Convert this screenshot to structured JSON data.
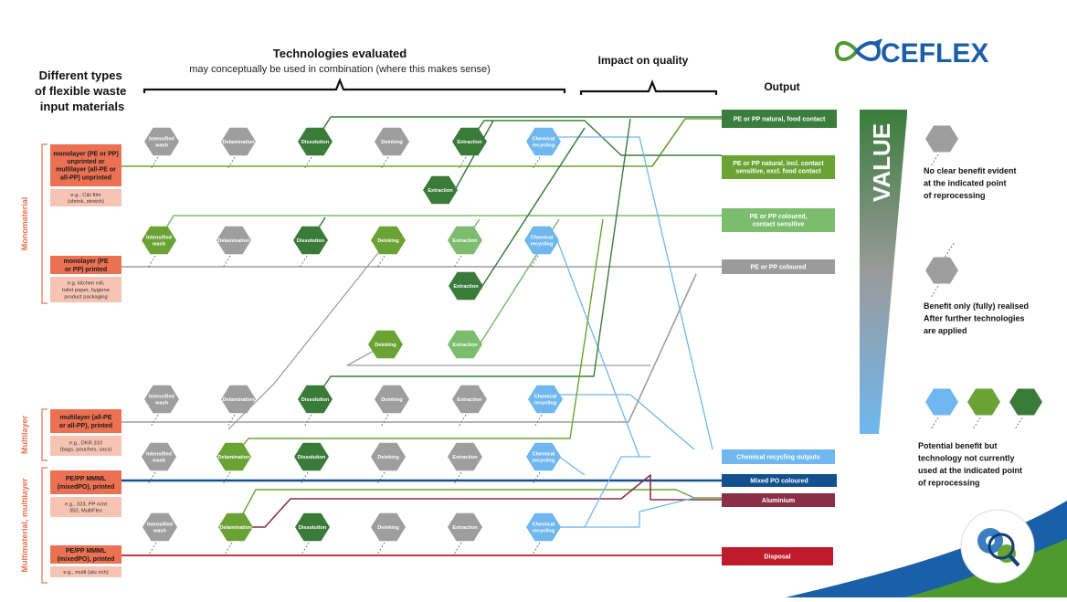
{
  "header": {
    "input_title_lines": [
      "Different types",
      "of flexible waste",
      "input materials"
    ],
    "tech_title": "Technologies evaluated",
    "tech_subtitle": "may conceptually be used in combination (where this makes sense)",
    "impact_title": "Impact on quality",
    "output_title": "Output"
  },
  "logo": {
    "text": "CEFLEX",
    "icon": "infinity-arrow-icon"
  },
  "groups": [
    {
      "id": "mono",
      "label": "Monomaterial"
    },
    {
      "id": "multi",
      "label": "Multilayer"
    },
    {
      "id": "mmml",
      "label": "Multimaterial, multilayer"
    }
  ],
  "inputs": [
    {
      "id": "in1",
      "lines": [
        "monolayer (PE or PP)",
        "unprinted or",
        "multilayer (all-PE or",
        "all-PP) unprinted"
      ],
      "example_lines": [
        "e.g., C&I film",
        "(shrink, stretch)"
      ]
    },
    {
      "id": "in2",
      "lines": [
        "monolayer (PE",
        "or PP) printed"
      ],
      "example_lines": [
        "e.g. kitchen roll,",
        "toilet paper, hygiene",
        "product packaging"
      ]
    },
    {
      "id": "in3",
      "lines": [
        "multilayer (all-PE",
        "or all-PP), printed"
      ],
      "example_lines": [
        "e.g., DKR 310",
        "(bags, pouches, sacs)"
      ]
    },
    {
      "id": "in4",
      "lines": [
        "PE/PP MMML",
        "(mixedPO), printed"
      ],
      "example_lines": [
        "e.g., 323, PP richt",
        "350, MultiFlex"
      ]
    },
    {
      "id": "in5",
      "lines": [
        "PE/PP MMML",
        "(mixedPO), printed"
      ],
      "example_lines": [
        "e.g., multi (alu rich)"
      ]
    }
  ],
  "outputs": [
    {
      "id": "o1",
      "lines": [
        "PE or PP natural, food contact"
      ],
      "color": "#3a7d3c"
    },
    {
      "id": "o2",
      "lines": [
        "PE or PP natural, incl. contact",
        "sensitive, excl. food contact"
      ],
      "color": "#6aa334"
    },
    {
      "id": "o3",
      "lines": [
        "PE or PP coloured,",
        "contact sensitive"
      ],
      "color": "#7cbc6d"
    },
    {
      "id": "o4",
      "lines": [
        "PE or PP coloured"
      ],
      "color": "#9b9b9b"
    },
    {
      "id": "o5",
      "lines": [
        "Chemical recycling outputs"
      ],
      "color": "#6fb7ee"
    },
    {
      "id": "o6",
      "lines": [
        "Mixed PO coloured"
      ],
      "color": "#12508f"
    },
    {
      "id": "o7",
      "lines": [
        "Aluminium"
      ],
      "color": "#8b2e48"
    },
    {
      "id": "o8",
      "lines": [
        "Disposal"
      ],
      "color": "#c01b2b"
    }
  ],
  "technologies": [
    {
      "id": "r1-wash",
      "lines": [
        "Intensified",
        "wash"
      ],
      "color": "#9e9e9e",
      "has_stem": true
    },
    {
      "id": "r1-delam",
      "lines": [
        "Delamination"
      ],
      "color": "#9e9e9e",
      "has_stem": true
    },
    {
      "id": "r1-diss",
      "lines": [
        "Dissolution"
      ],
      "color": "#3b7b3a",
      "has_stem": true
    },
    {
      "id": "r1-deink",
      "lines": [
        "Deinking"
      ],
      "color": "#9e9e9e",
      "has_stem": true
    },
    {
      "id": "r1-extr",
      "lines": [
        "Extraction"
      ],
      "color": "#3b7b3a",
      "has_stem": true
    },
    {
      "id": "r1-chem",
      "lines": [
        "Chemical",
        "recycling"
      ],
      "color": "#6fb7ee",
      "has_stem": true
    },
    {
      "id": "r1b-extr",
      "lines": [
        "Extraction"
      ],
      "color": "#3b7b3a",
      "has_stem": false
    },
    {
      "id": "r2-wash",
      "lines": [
        "Intensified",
        "wash"
      ],
      "color": "#6aa334",
      "has_stem": true
    },
    {
      "id": "r2-delam",
      "lines": [
        "Delamination"
      ],
      "color": "#9e9e9e",
      "has_stem": true
    },
    {
      "id": "r2-diss",
      "lines": [
        "Dissolution"
      ],
      "color": "#3b7b3a",
      "has_stem": true
    },
    {
      "id": "r2-deink",
      "lines": [
        "Deinking"
      ],
      "color": "#6aa334",
      "has_stem": true
    },
    {
      "id": "r2-extr",
      "lines": [
        "Extraction"
      ],
      "color": "#7cbc6d",
      "has_stem": true
    },
    {
      "id": "r2-chem",
      "lines": [
        "Chemical",
        "recycling"
      ],
      "color": "#6fb7ee",
      "has_stem": true
    },
    {
      "id": "r2b-extr",
      "lines": [
        "Extraction"
      ],
      "color": "#3b7b3a",
      "has_stem": false
    },
    {
      "id": "r2c-deink",
      "lines": [
        "Deinking"
      ],
      "color": "#6aa334",
      "has_stem": false
    },
    {
      "id": "r2c-extr",
      "lines": [
        "Extraction"
      ],
      "color": "#7cbc6d",
      "has_stem": false
    },
    {
      "id": "r3-wash",
      "lines": [
        "Intensified",
        "wash"
      ],
      "color": "#9e9e9e",
      "has_stem": true
    },
    {
      "id": "r3-delam",
      "lines": [
        "Delamination"
      ],
      "color": "#9e9e9e",
      "has_stem": true
    },
    {
      "id": "r3-diss",
      "lines": [
        "Dissolution"
      ],
      "color": "#3b7b3a",
      "has_stem": true
    },
    {
      "id": "r3-deink",
      "lines": [
        "Deinking"
      ],
      "color": "#9e9e9e",
      "has_stem": true
    },
    {
      "id": "r3-extr",
      "lines": [
        "Extraction"
      ],
      "color": "#9e9e9e",
      "has_stem": true
    },
    {
      "id": "r3-chem",
      "lines": [
        "Chemical",
        "recycling"
      ],
      "color": "#6fb7ee",
      "has_stem": true
    },
    {
      "id": "r4-wash",
      "lines": [
        "Intensified",
        "wash"
      ],
      "color": "#9e9e9e",
      "has_stem": true
    },
    {
      "id": "r4-delam",
      "lines": [
        "Delamination"
      ],
      "color": "#6aa334",
      "has_stem": true
    },
    {
      "id": "r4-diss",
      "lines": [
        "Dissolution"
      ],
      "color": "#3b7b3a",
      "has_stem": true
    },
    {
      "id": "r4-deink",
      "lines": [
        "Deinking"
      ],
      "color": "#9e9e9e",
      "has_stem": true
    },
    {
      "id": "r4-extr",
      "lines": [
        "Extraction"
      ],
      "color": "#9e9e9e",
      "has_stem": true
    },
    {
      "id": "r4-chem",
      "lines": [
        "Chemical",
        "recycling"
      ],
      "color": "#6fb7ee",
      "has_stem": true
    },
    {
      "id": "r5-wash",
      "lines": [
        "Intensified",
        "wash"
      ],
      "color": "#9e9e9e",
      "has_stem": true
    },
    {
      "id": "r5-delam",
      "lines": [
        "Delamination"
      ],
      "color": "#6aa334",
      "has_stem": true
    },
    {
      "id": "r5-diss",
      "lines": [
        "Dissolution"
      ],
      "color": "#3b7b3a",
      "has_stem": true
    },
    {
      "id": "r5-deink",
      "lines": [
        "Deinking"
      ],
      "color": "#9e9e9e",
      "has_stem": true
    },
    {
      "id": "r5-extr",
      "lines": [
        "Extraction"
      ],
      "color": "#9e9e9e",
      "has_stem": true
    },
    {
      "id": "r5-chem",
      "lines": [
        "Chemical",
        "recycling"
      ],
      "color": "#6fb7ee",
      "has_stem": true
    }
  ],
  "value_bar": {
    "label": "VALUE",
    "top_color": "#3a7d3c",
    "bottom_color": "#6fb7ee"
  },
  "legend": [
    {
      "id": "lg1",
      "lines": [
        "No clear benefit evident",
        "at the  indicated point",
        "of reprocessing"
      ],
      "colors": [
        "#9e9e9e"
      ]
    },
    {
      "id": "lg2",
      "lines": [
        "Benefit only (fully) realised",
        "After further technologies",
        "are applied"
      ],
      "colors": [
        "#9e9e9e"
      ]
    },
    {
      "id": "lg3",
      "lines": [
        "Potential benefit but",
        "technology not currently",
        "used at the indicated point",
        "of reprocessing"
      ],
      "colors": [
        "#6fb7ee",
        "#6aa334",
        "#3b7b3a"
      ]
    }
  ],
  "badge": {
    "icon": "gears-magnifier-icon"
  }
}
